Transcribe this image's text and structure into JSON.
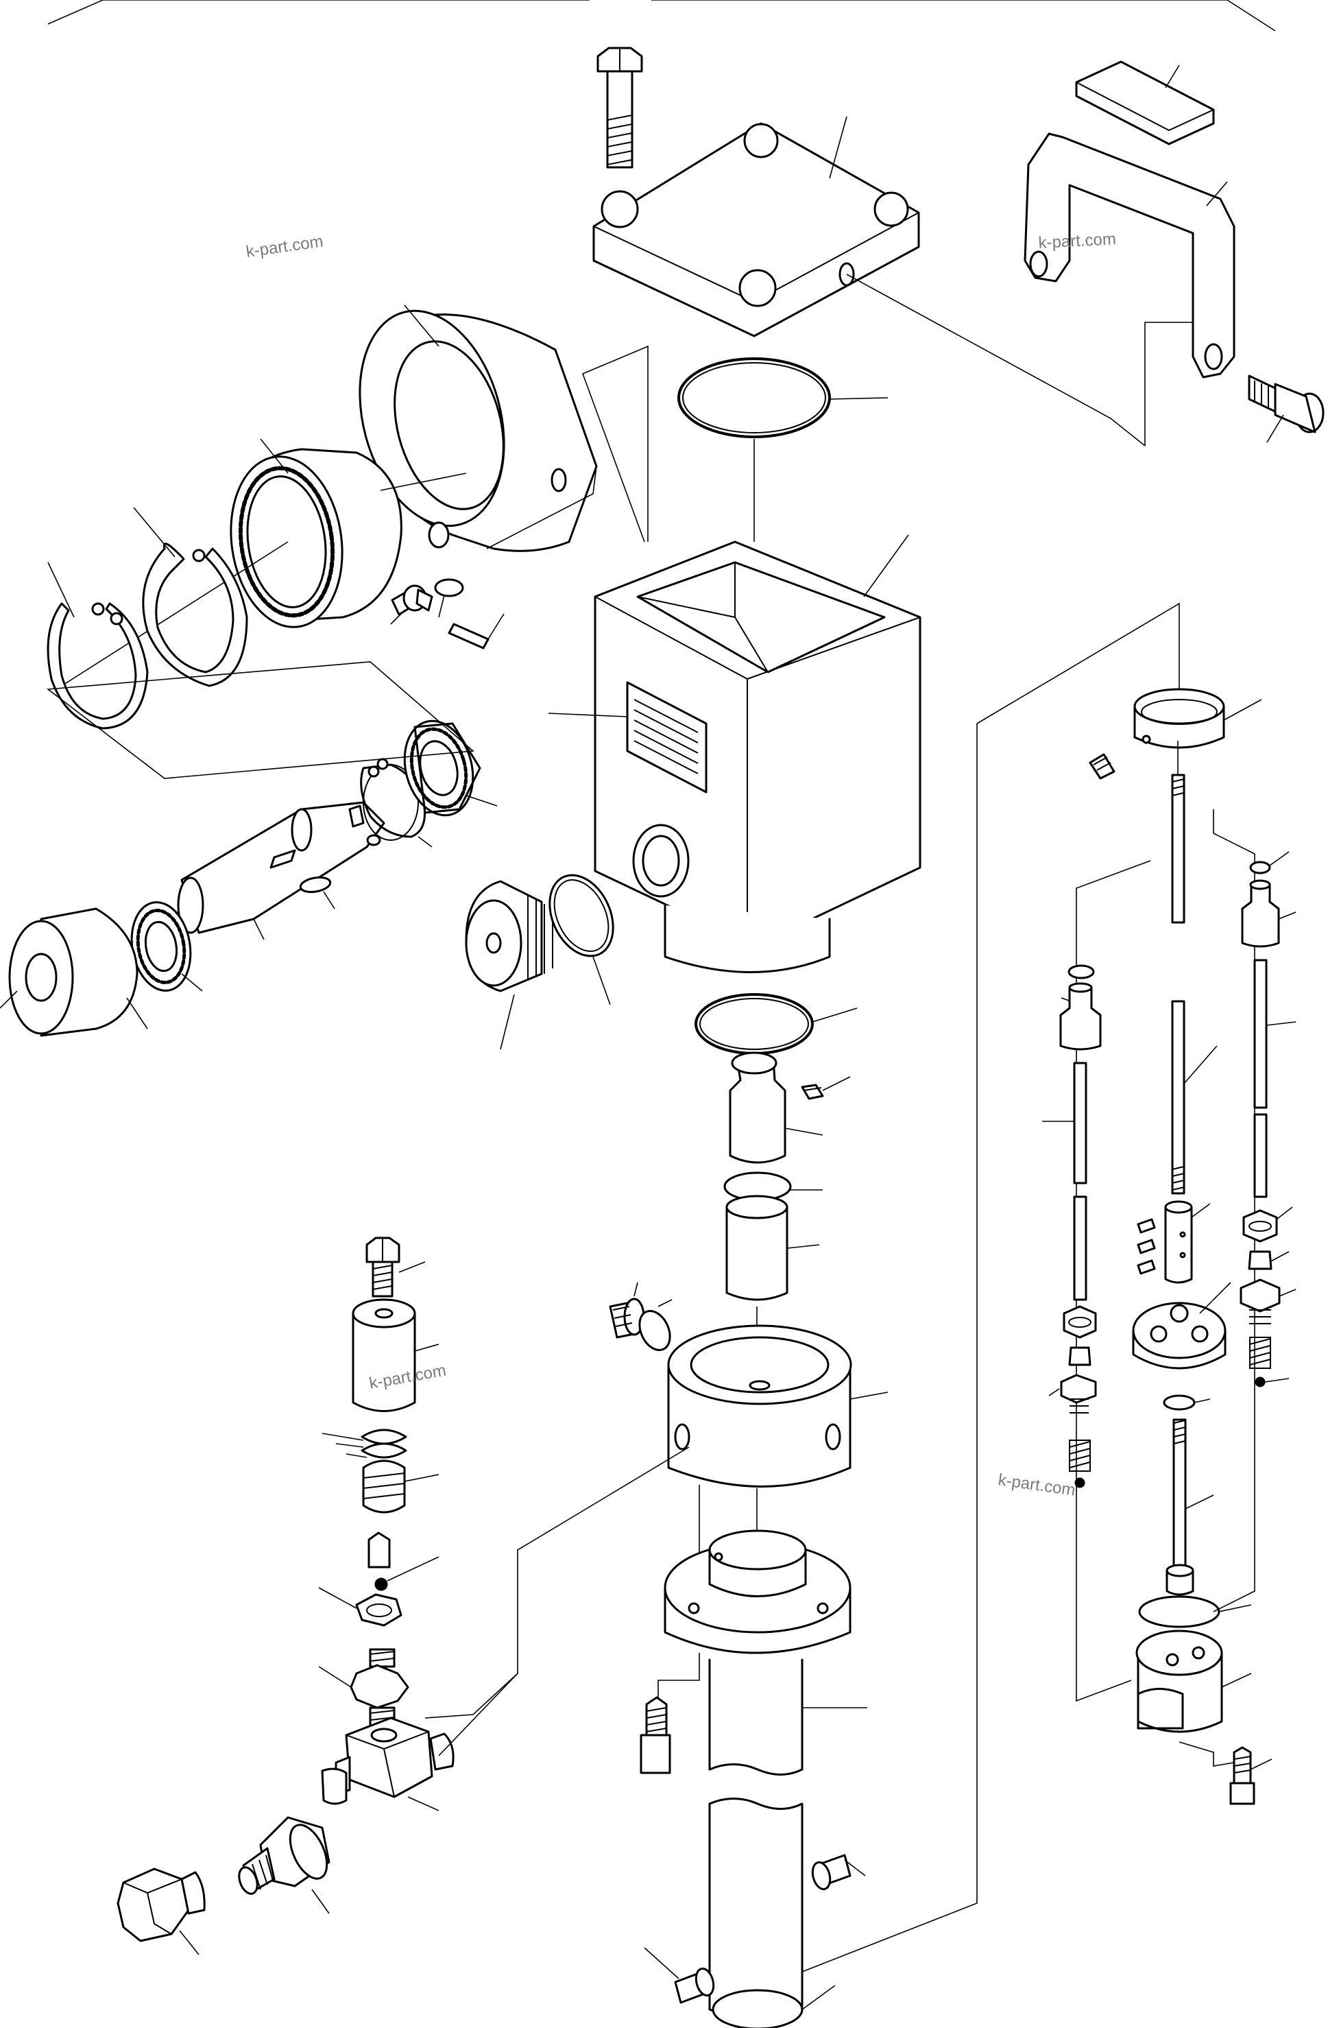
{
  "watermarks": [
    "k-part.com",
    "k-part.com",
    "k-part.com",
    "k-part.com"
  ],
  "colors": {
    "line": "#000000",
    "background": "#ffffff",
    "watermark": "#7a7a7a"
  }
}
